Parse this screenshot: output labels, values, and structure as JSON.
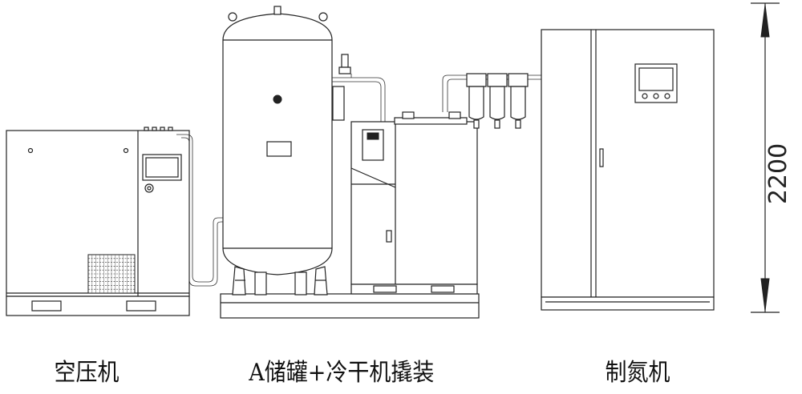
{
  "captions": {
    "compressor": "空压机",
    "tank_dryer": "A储罐+冷干机撬装",
    "nitrogen": "制氮机"
  },
  "dimension": {
    "height_label": "2200"
  },
  "colors": {
    "line": "#222222",
    "background": "#ffffff"
  }
}
